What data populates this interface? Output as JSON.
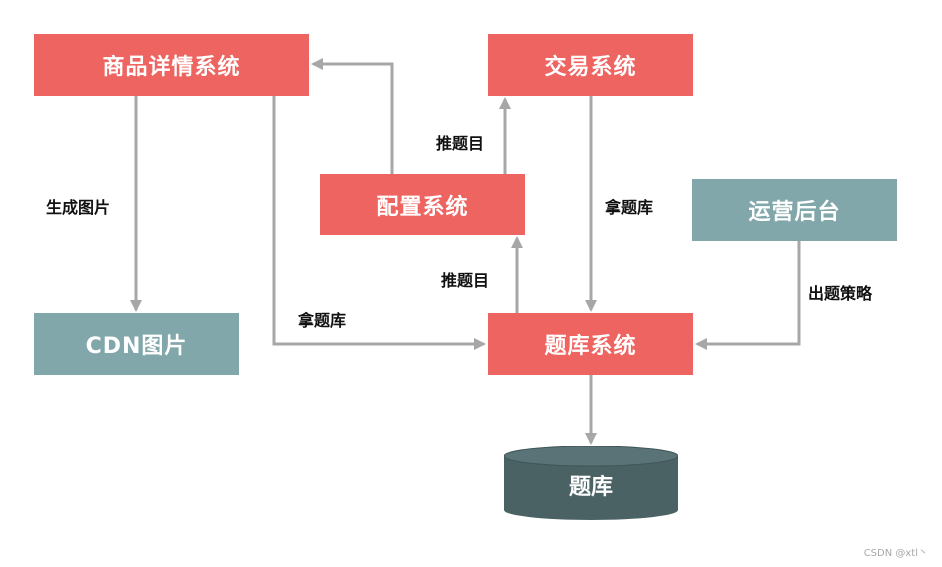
{
  "colors": {
    "system_node": "#ee6461",
    "external_node": "#82a7ab",
    "database": "#4b6265",
    "arrow": "#a7a7a7"
  },
  "nodes": {
    "product_detail": "商品详情系统",
    "trade": "交易系统",
    "config": "配置系统",
    "operations": "运营后台",
    "cdn": "CDN图片",
    "question_bank_system": "题库系统",
    "question_bank_db": "题库"
  },
  "edges": {
    "generate_images": "生成图片",
    "push_topic_top": "推题目",
    "push_topic_bottom": "推题目",
    "fetch_bank_left": "拿题库",
    "fetch_bank_right": "拿题库",
    "strategy": "出题策略"
  },
  "watermark": "CSDN @xtl丶"
}
